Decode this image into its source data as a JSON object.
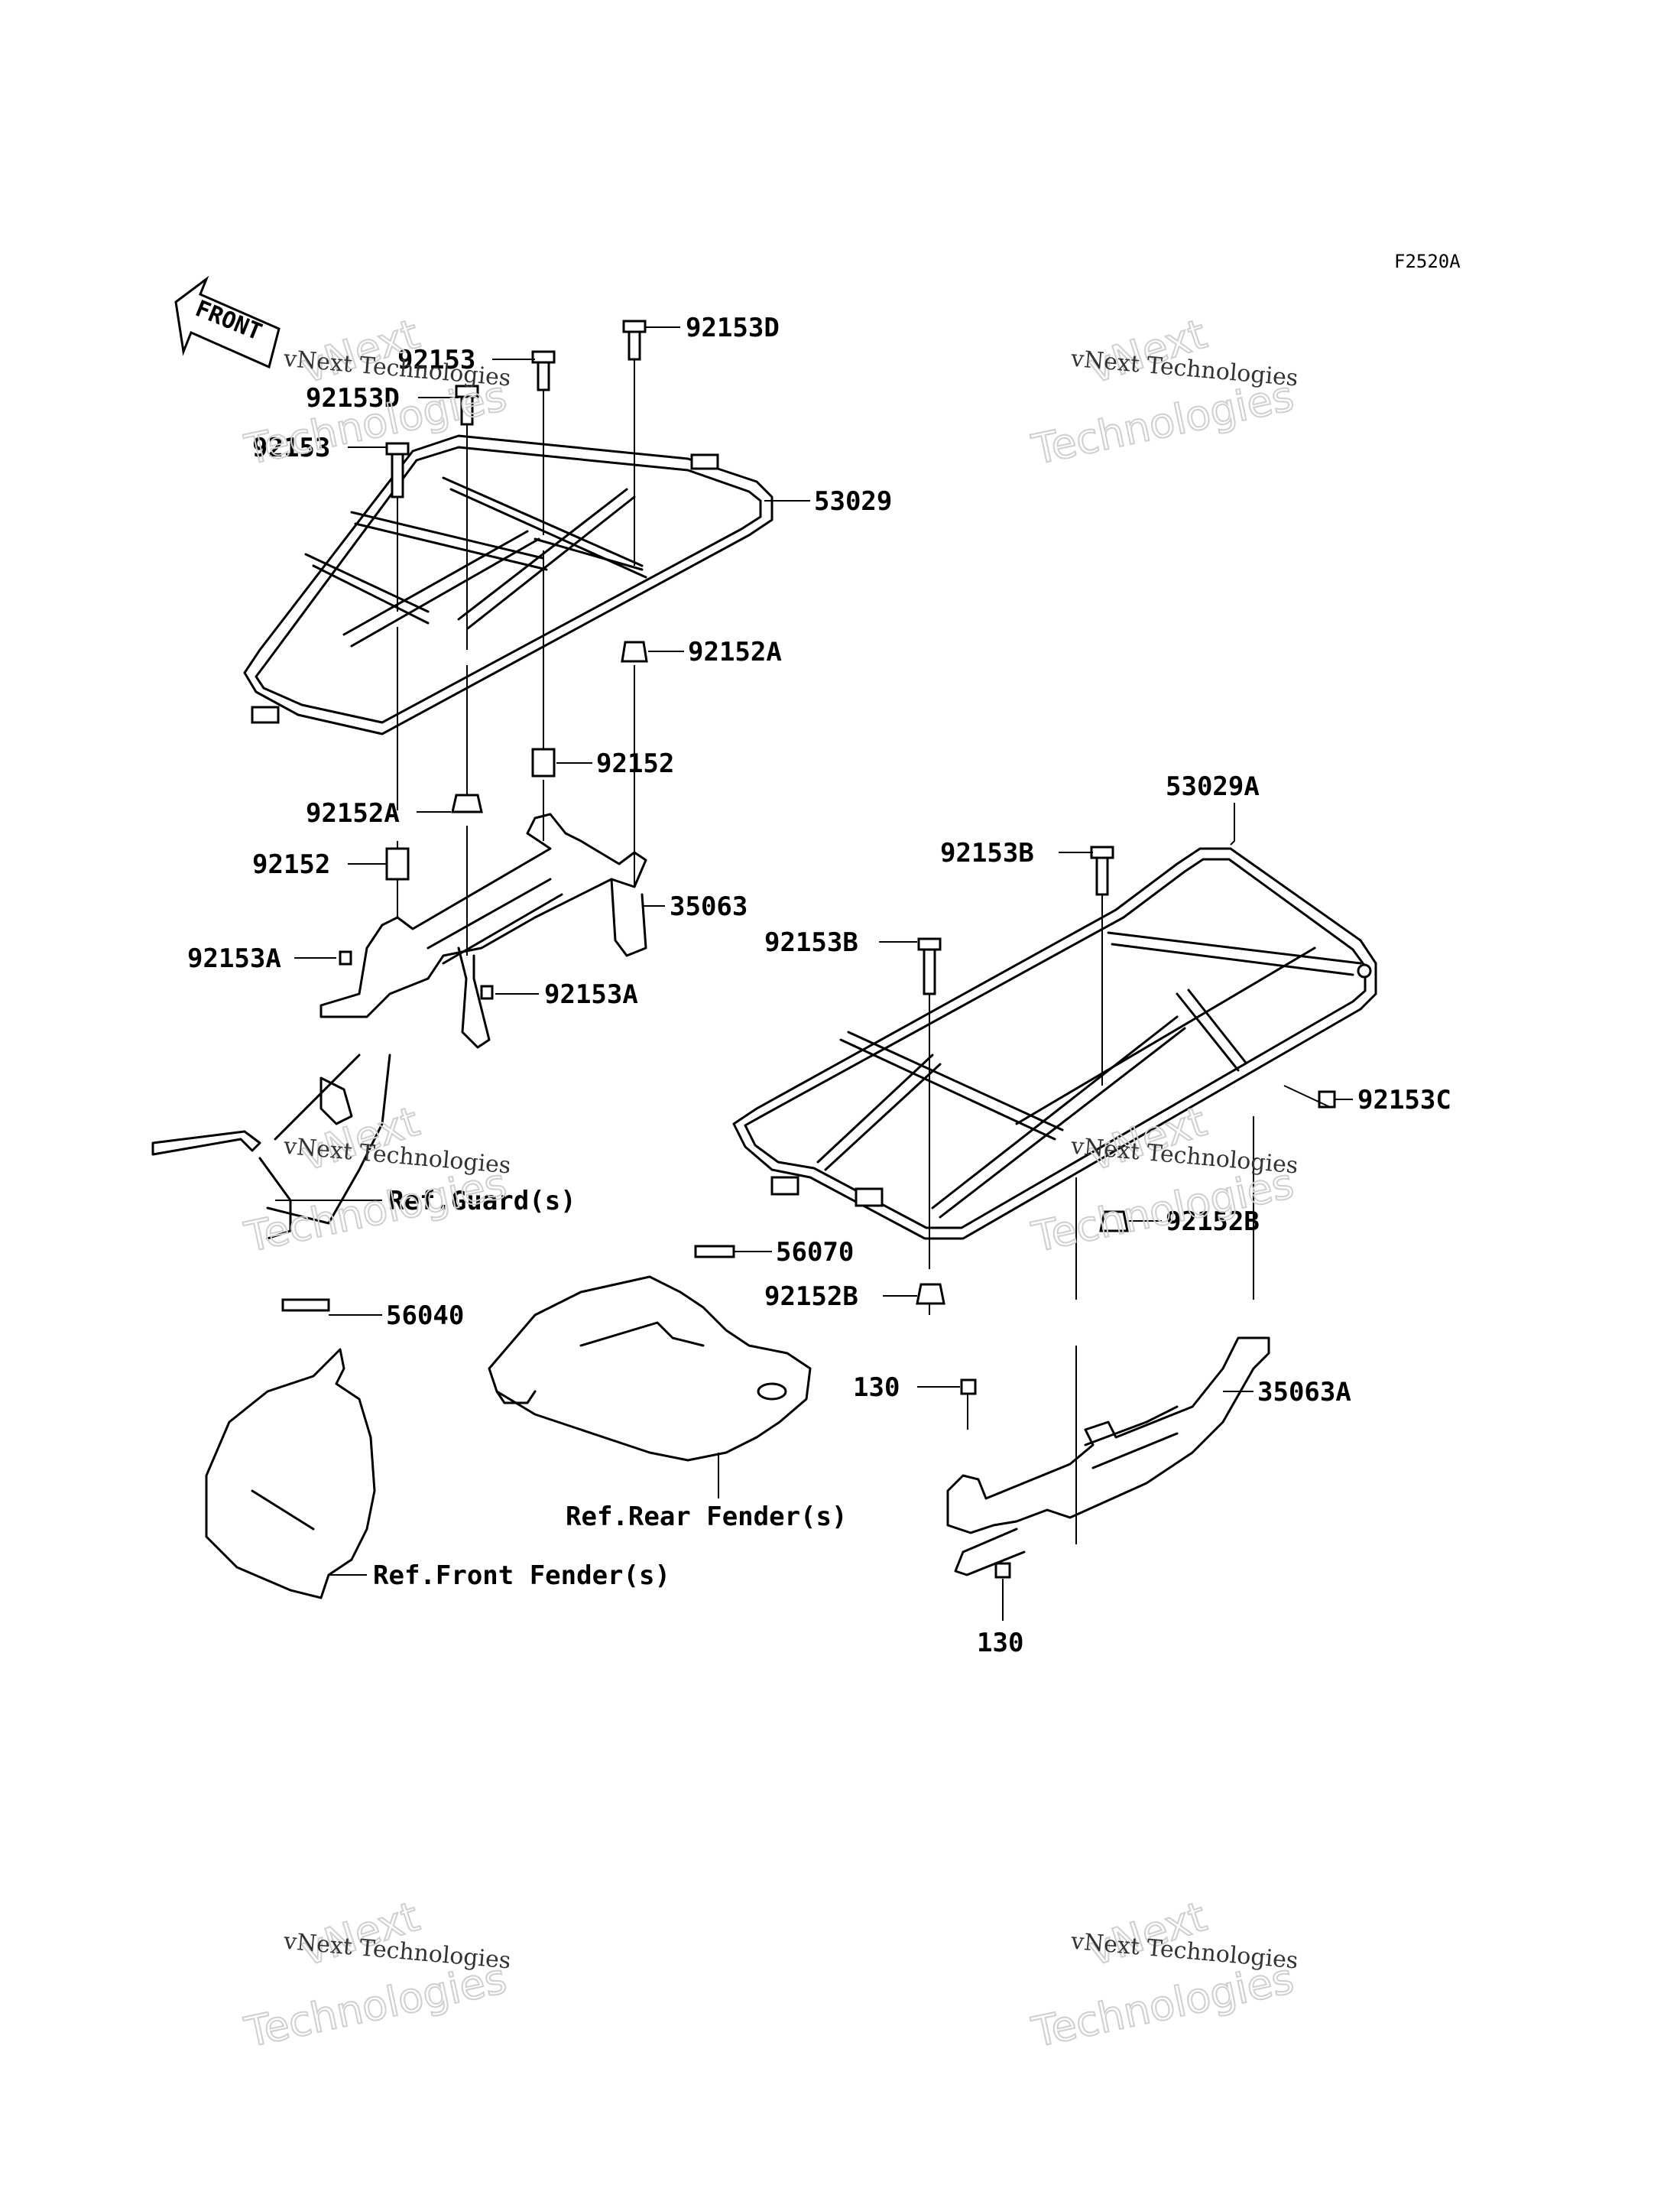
{
  "diagram_code": "F2520A",
  "front_arrow_label": "FRONT",
  "watermark": {
    "line1": "vNext",
    "line2": "vNext Technologies",
    "line3": "Technologies"
  },
  "callouts": {
    "p92153D_top": "92153D",
    "p92153_a": "92153",
    "p92153D_b": "92153D",
    "p92153_b": "92153",
    "p53029": "53029",
    "p92152A_r": "92152A",
    "p92152_r": "92152",
    "p92152A_l": "92152A",
    "p92152_l": "92152",
    "p35063": "35063",
    "p92153A_l": "92153A",
    "p92153A_r": "92153A",
    "ref_guard": "Ref.Guard(s)",
    "p53029A": "53029A",
    "p92153B_a": "92153B",
    "p92153B_b": "92153B",
    "p92153C": "92153C",
    "p92152B_a": "92152B",
    "p92152B_b": "92152B",
    "p56070": "56070",
    "p56040": "56040",
    "p130_a": "130",
    "p35063A": "35063A",
    "ref_rear_fender": "Ref.Rear Fender(s)",
    "ref_front_fender": "Ref.Front Fender(s)",
    "p130_b": "130"
  }
}
